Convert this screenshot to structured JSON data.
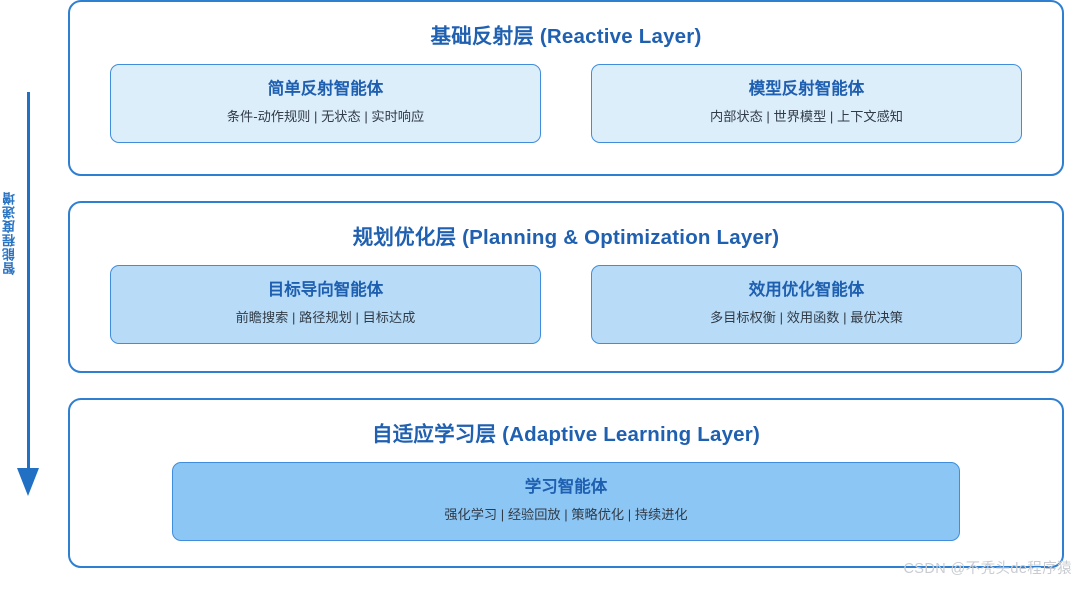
{
  "axis": {
    "label": "智能程度递增",
    "arrow_icon": "down-arrow-icon",
    "color": "#2170c4"
  },
  "theme": {
    "container_border": "#2f7fd1",
    "title_color": "#2060b0",
    "card_border": "#3f8ddb",
    "card_title_color": "#1f5fb0",
    "card_sub_color": "#313b47",
    "tint_layer_1": "#ddeefb",
    "tint_layer_2": "#b8dcf8",
    "tint_layer_3": "#8cc6f5"
  },
  "layers": [
    {
      "title": "基础反射层 (Reactive Layer)",
      "cards": [
        {
          "title": "简单反射智能体",
          "subtitle": "条件-动作规则 | 无状态 | 实时响应"
        },
        {
          "title": "模型反射智能体",
          "subtitle": "内部状态 | 世界模型 | 上下文感知"
        }
      ]
    },
    {
      "title": "规划优化层 (Planning & Optimization Layer)",
      "cards": [
        {
          "title": "目标导向智能体",
          "subtitle": "前瞻搜索 | 路径规划 | 目标达成"
        },
        {
          "title": "效用优化智能体",
          "subtitle": "多目标权衡 | 效用函数 | 最优决策"
        }
      ]
    },
    {
      "title": "自适应学习层 (Adaptive Learning Layer)",
      "cards": [
        {
          "title": "学习智能体",
          "subtitle": "强化学习 | 经验回放 | 策略优化 | 持续进化"
        }
      ]
    }
  ],
  "watermark": "CSDN @不秃头de程序猿"
}
